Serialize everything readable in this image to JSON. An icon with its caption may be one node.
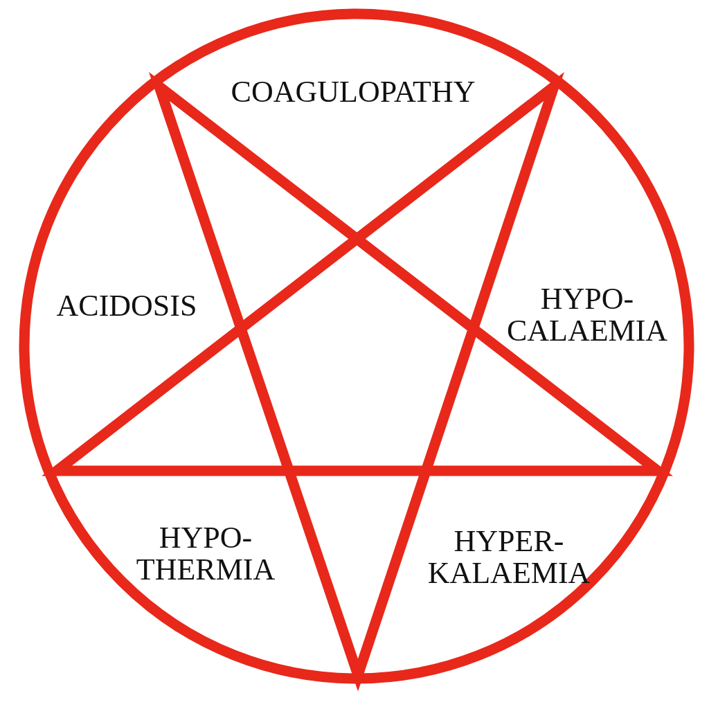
{
  "diagram": {
    "labels": [
      "COAGULOPATHY",
      "ACIDOSIS",
      "HYPO- CALAEMIA",
      "HYPO- THERMIA",
      "HYPER- KALAEMIA"
    ]
  }
}
